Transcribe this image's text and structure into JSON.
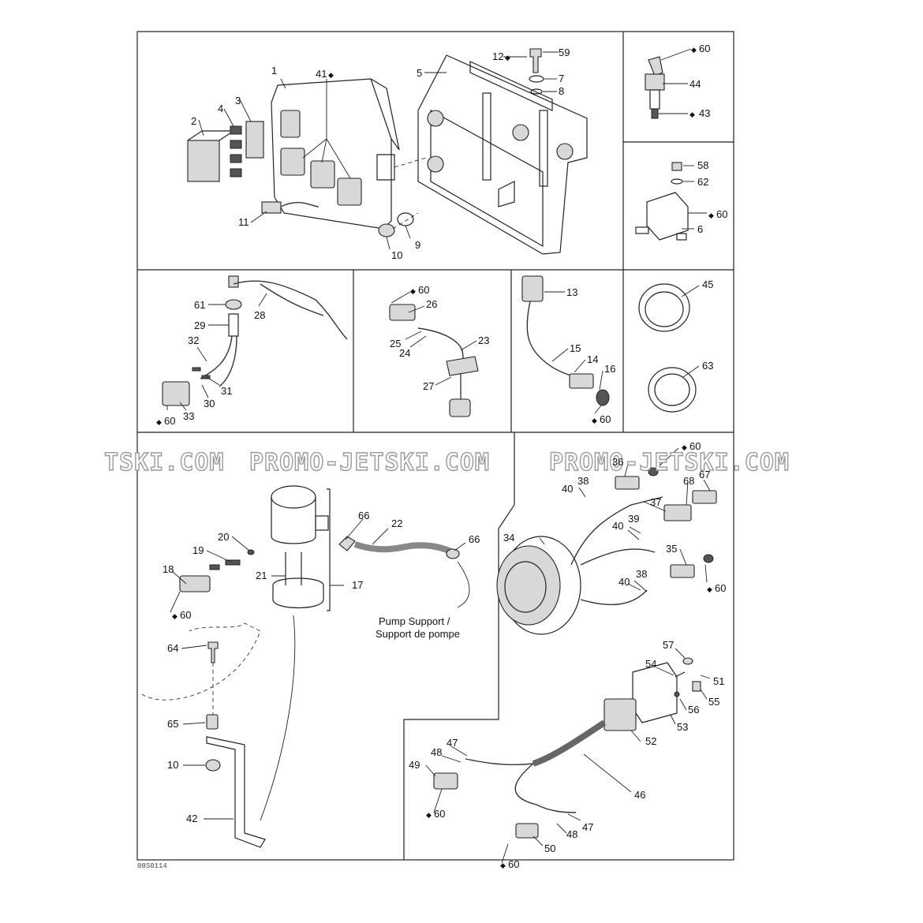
{
  "watermark": {
    "segments": [
      "TSKI.COM",
      "PROMO-JETSKI.COM",
      "PROMO-JETSKI.COM"
    ]
  },
  "drawing_code": "08S0114",
  "note": {
    "line1": "Pump Support /",
    "line2": "Support de pompe"
  },
  "glyphs": {
    "drop": "◆"
  },
  "labels": {
    "p1": "1",
    "p41": "41",
    "p2": "2",
    "p3": "3",
    "p4": "4",
    "p5": "5",
    "p12": "12",
    "p59": "59",
    "p7": "7",
    "p8": "8",
    "p11": "11",
    "p9": "9",
    "p10": "10",
    "p44": "44",
    "p43": "43",
    "p60a": "60",
    "p58": "58",
    "p62": "62",
    "p60b": "60",
    "p6": "6",
    "p61": "61",
    "p28": "28",
    "p29": "29",
    "p32": "32",
    "p31": "31",
    "p30": "30",
    "p33": "33",
    "p60c": "60",
    "p60d": "60",
    "p26": "26",
    "p25": "25",
    "p24": "24",
    "p23": "23",
    "p27": "27",
    "p13": "13",
    "p15": "15",
    "p14": "14",
    "p16": "16",
    "p60e": "60",
    "p45": "45",
    "p63": "63",
    "p20": "20",
    "p19": "19",
    "p18": "18",
    "p60f": "60",
    "p21": "21",
    "p17": "17",
    "p66a": "66",
    "p22": "22",
    "p66b": "66",
    "p64": "64",
    "p65": "65",
    "p10b": "10",
    "p42": "42",
    "p60g": "60",
    "p36": "36",
    "p38a": "38",
    "p40a": "40",
    "p67": "67",
    "p68": "68",
    "p37": "37",
    "p39": "39",
    "p40b": "40",
    "p35": "35",
    "p34": "34",
    "p38b": "38",
    "p40c": "40",
    "p60h": "60",
    "p57": "57",
    "p54": "54",
    "p51": "51",
    "p56": "56",
    "p55": "55",
    "p53": "53",
    "p52": "52",
    "p47a": "47",
    "p48a": "48",
    "p49": "49",
    "p60i": "60",
    "p46": "46",
    "p47b": "47",
    "p48b": "48",
    "p50": "50",
    "p60j": "60"
  }
}
